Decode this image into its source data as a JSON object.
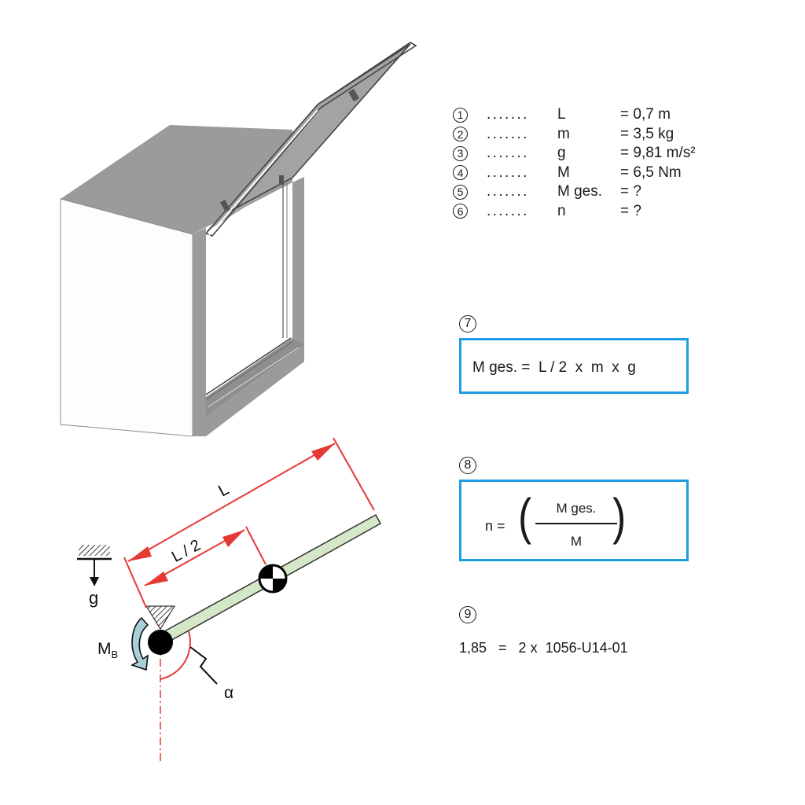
{
  "legend": {
    "items": [
      {
        "num": "1",
        "dots": ".......",
        "symbol": "L",
        "value": "= 0,7 m"
      },
      {
        "num": "2",
        "dots": ".......",
        "symbol": "m",
        "value": "= 3,5 kg"
      },
      {
        "num": "3",
        "dots": ".......",
        "symbol": "g",
        "value": "= 9,81 m/s²"
      },
      {
        "num": "4",
        "dots": ".......",
        "symbol": "M",
        "value": "= 6,5 Nm"
      },
      {
        "num": "5",
        "dots": ".......",
        "symbol": "M ges.",
        "value": "= ?"
      },
      {
        "num": "6",
        "dots": ".......",
        "symbol": "n",
        "value": "= ?"
      }
    ]
  },
  "step7": {
    "num": "7",
    "formula": "M ges. =  L / 2  x  m  x  g"
  },
  "step8": {
    "num": "8",
    "lhs": "n =",
    "paren_open": "(",
    "paren_close": ")",
    "numerator": "M ges.",
    "denominator": "M"
  },
  "step9": {
    "num": "9",
    "result": "1,85   =   2 x  1056-U14-01"
  },
  "diagram": {
    "label_L": "L",
    "label_L_half": "L / 2",
    "label_g": "g",
    "label_MB_main": "M",
    "label_MB_sub": "B",
    "label_alpha": "α",
    "colors": {
      "dimension": "#e53935",
      "frame": "#1e9ee0",
      "lever_fill": "#d4e8c8",
      "moment_arrow": "#a8d0d8",
      "cabinet_gray": "#9a9a9a"
    }
  }
}
